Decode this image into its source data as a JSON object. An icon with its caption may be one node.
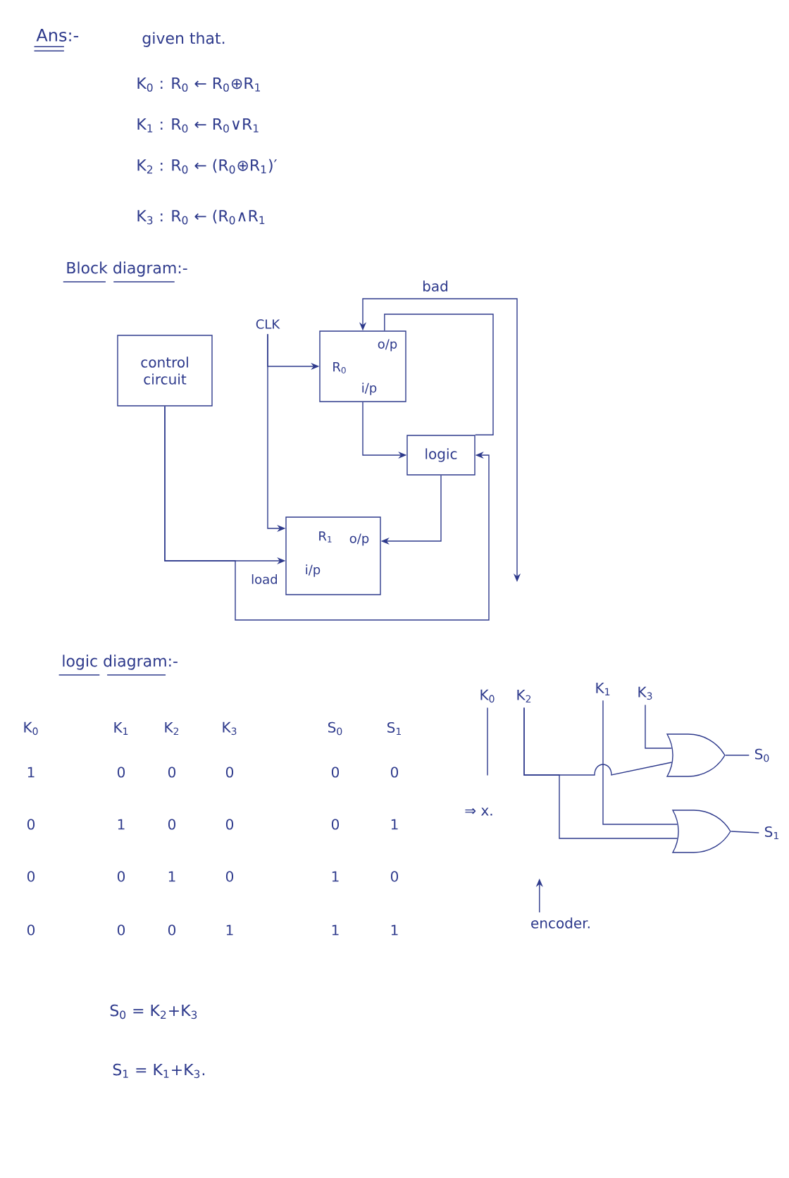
{
  "diagram": {
    "nodes": [
      {
        "text": [
          "control circuit"
        ]
      },
      {
        "text": [
          "CLK"
        ]
      },
      {
        "text": [
          "o/p",
          "R$_{0}$",
          "i/p"
        ]
      },
      {
        "text": [
          "logic"
        ]
      },
      {
        "text": [
          "R$_{1}$",
          "o/p",
          "i/p"
        ],
        "beside": [
          "load"
        ]
      },
      {
        "text": [
          "K$_{0}$"
        ]
      },
      {
        "text": [
          "K$_{2}$"
        ]
      },
      {
        "text": [
          "K$_{1}$"
        ]
      },
      {
        "text": [
          "K$_{3}$"
        ]
      },
      {
        "text": [],
        "shape": "gate"
      },
      {
        "text": [
          "S$_{0}$"
        ]
      },
      {
        "text": [],
        "shape": "gate"
      },
      {
        "text": [
          "S$_{1}$"
        ]
      },
      {
        "text": [
          "encoder."
        ]
      }
    ],
    "edges": [
      {
        "from": 1,
        "to": 2,
        "arrow": "to"
      },
      {
        "from": 1,
        "to": 4,
        "arrow": "to"
      },
      {
        "from": 0,
        "to": 4,
        "arrow": "to"
      },
      {
        "from": 0,
        "to": 3,
        "arrow": "to"
      },
      {
        "from": 2,
        "to": 3,
        "arrow": "to"
      },
      {
        "from": 3,
        "to": 4,
        "arrow": "to"
      },
      {
        "from": 2,
        "to": 3,
        "arrow": "none"
      },
      {
        "from": 2,
        "to": null,
        "arrow": "both",
        "label": "bad"
      },
      {
        "from": 8,
        "to": 9,
        "arrow": "none"
      },
      {
        "from": 6,
        "to": 9,
        "arrow": "none"
      },
      {
        "from": 6,
        "to": 11,
        "arrow": "none"
      },
      {
        "from": 7,
        "to": 11,
        "arrow": "none"
      },
      {
        "from": 9,
        "to": 10,
        "arrow": "none"
      },
      {
        "from": 11,
        "to": 12,
        "arrow": "none"
      },
      {
        "from": 5,
        "to": null,
        "arrow": "none"
      },
      {
        "from": 13,
        "to": null,
        "arrow": "to"
      }
    ],
    "labels": [
      "Ans:-",
      "given that.",
      "K$_{0}$ : R$_{0}$ ← R$_{0}$⊕R$_{1}$",
      "K$_{1}$ : R$_{0}$ ← R$_{0}$∨R$_{1}$",
      "K$_{2}$ : R$_{0}$ ← (R$_{0}$⊕R$_{1}$)′",
      "K$_{3}$ : R$_{0}$ ← (R$_{0}$∧R$_{1}$",
      "Block diagram:-",
      "logic diagram:-",
      "K$_{0}$",
      "K$_{1}$",
      "K$_{2}$",
      "K$_{3}$",
      "S$_{0}$",
      "S$_{1}$",
      "1",
      "0",
      "0",
      "0",
      "0",
      "0",
      "0",
      "1",
      "0",
      "0",
      "0",
      "1",
      "0",
      "0",
      "1",
      "0",
      "1",
      "0",
      "0",
      "0",
      "0",
      "1",
      "1",
      "1",
      "⇒ x.",
      "S$_{0}$ = K$_{2}$+K$_{3}$",
      "S$_{1}$ = K$_{1}$+K$_{3}$."
    ]
  }
}
